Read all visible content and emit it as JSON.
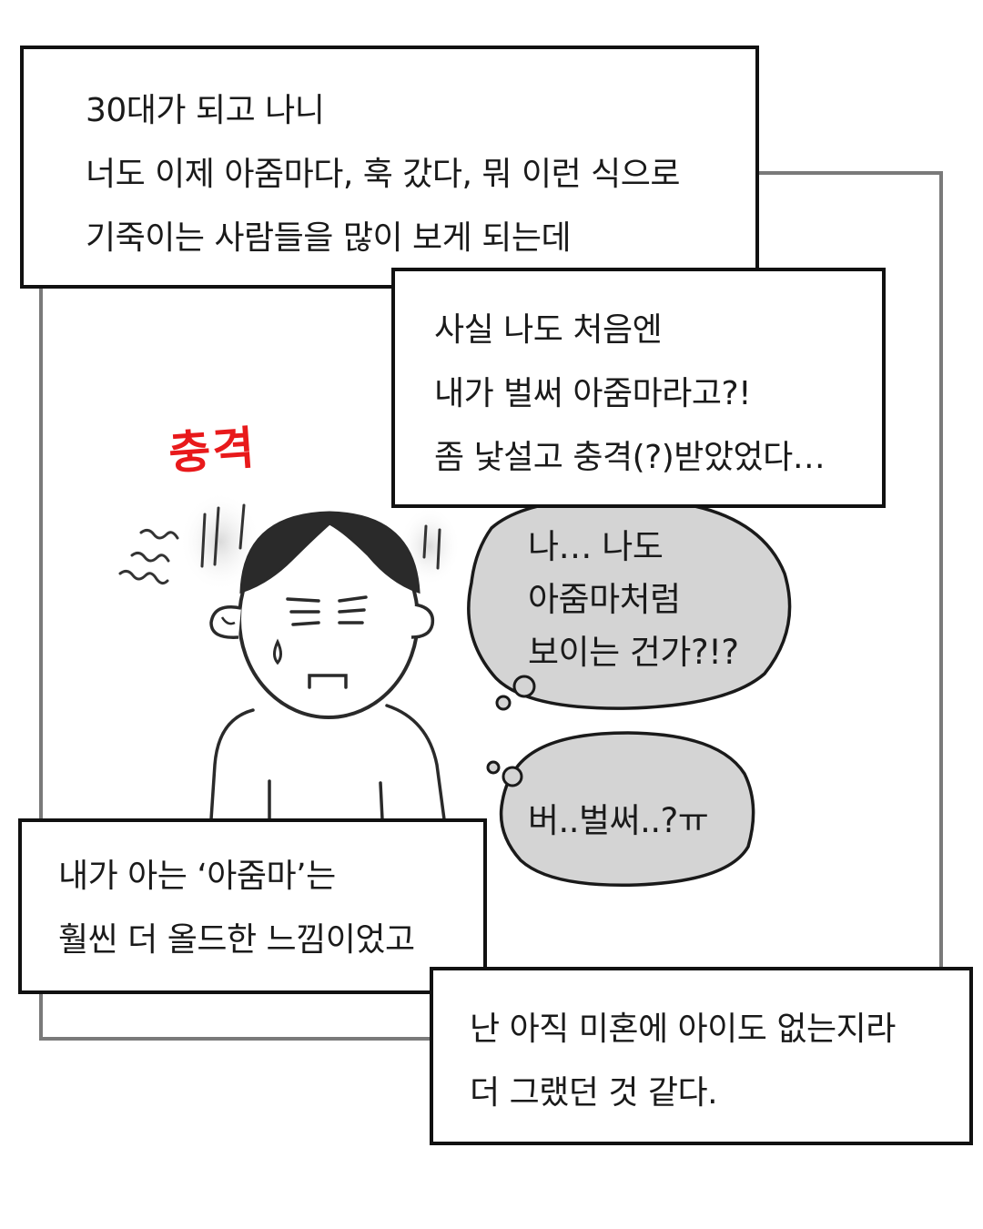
{
  "captions": {
    "top": {
      "lines": [
        "30대가 되고 나니",
        "너도 이제 아줌마다, 훅 갔다, 뭐 이런 식으로",
        "기죽이는 사람들을 많이 보게 되는데"
      ]
    },
    "right": {
      "lines": [
        "사실 나도 처음엔",
        "내가 벌써 아줌마라고?!",
        "좀 낯설고 충격(?)받았었다…"
      ]
    },
    "bottom_left": {
      "lines": [
        "내가 아는 ‘아줌마’는",
        "훨씬 더 올드한 느낌이었고"
      ]
    },
    "bottom_right": {
      "lines": [
        "난 아직 미혼에 아이도 없는지라",
        "더 그랬던 것 같다."
      ]
    }
  },
  "sfx": {
    "text": "충격",
    "color": "#e8191b"
  },
  "thoughts": {
    "large": {
      "lines": [
        "나… 나도",
        "아줌마처럼",
        "보이는 건가?!?"
      ]
    },
    "small": {
      "lines": [
        "버..벌써..?ㅠ"
      ]
    }
  },
  "colors": {
    "frame": "#7a7a7a",
    "bubble_fill": "#d4d4d4",
    "hair": "#2a2a2a",
    "ink": "#1a1a1a"
  }
}
